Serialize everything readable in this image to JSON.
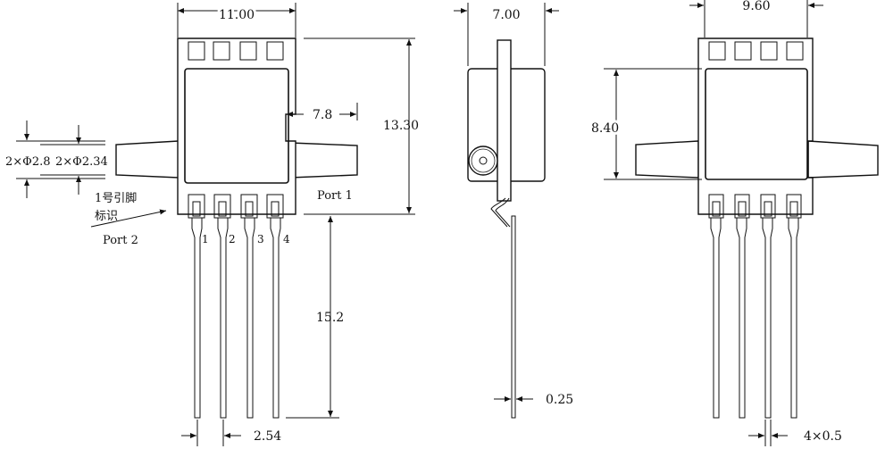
{
  "dimensions": {
    "front_width": "11.00",
    "side_width": "7.00",
    "rear_width": "9.60",
    "port_offset": "7.8",
    "body_height": "13.30",
    "port_dia_outer": "2×Φ2.8",
    "port_dia_inner": "2×Φ2.34",
    "lead_length": "15.2",
    "lead_pitch": "2.54",
    "lead_thickness": "0.25",
    "rear_height": "8.40",
    "lead_width": "4×0.5"
  },
  "labels": {
    "port1": "Port 1",
    "port2": "Port 2",
    "pin1_mark_line1": "1号引脚",
    "pin1_mark_line2": "标识"
  },
  "pins": [
    "1",
    "2",
    "3",
    "4"
  ],
  "colors": {
    "line": "#111111",
    "background": "#ffffff"
  }
}
